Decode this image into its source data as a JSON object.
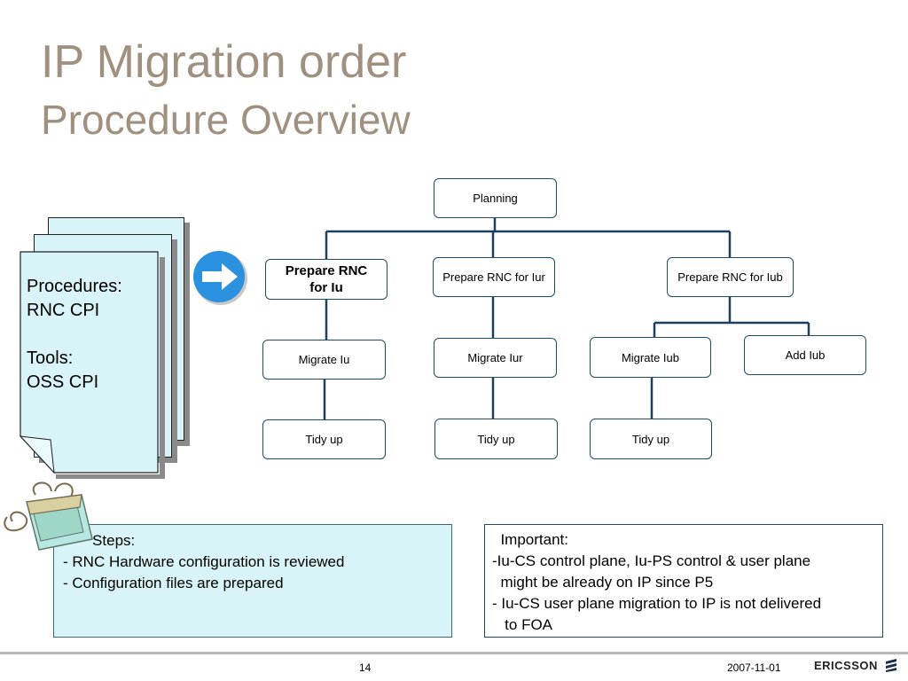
{
  "slide": {
    "title": "IP Migration order",
    "subtitle": "Procedure Overview"
  },
  "documents": {
    "text": "Procedures:\nRNC CPI\n\nTools:\nOSS CPI"
  },
  "diagram": {
    "planning": "Planning",
    "prepare_iu": "Prepare RNC\nfor Iu",
    "prepare_iur": "Prepare RNC for Iur",
    "prepare_iub": "Prepare RNC for Iub",
    "migrate_iu": "Migrate Iu",
    "migrate_iur": "Migrate Iur",
    "migrate_iub": "Migrate Iub",
    "add_iub": "Add Iub",
    "tidy_iu": "Tidy up",
    "tidy_iur": "Tidy up",
    "tidy_iub": "Tidy up"
  },
  "steps": {
    "lines": [
      "       Steps:",
      "- RNC Hardware configuration is reviewed",
      "- Configuration files are prepared"
    ]
  },
  "important": {
    "lines": [
      "  Important:",
      "-Iu-CS control plane, Iu-PS control & user plane",
      "  might be already on IP since P5",
      "- Iu-CS user plane migration to IP is not delivered",
      "   to FOA"
    ]
  },
  "footer": {
    "page": "14",
    "date": "2007-11-01",
    "logo": "ERICSSON"
  },
  "colors": {
    "title": "#a09080",
    "accent_blue": "#2a90e0",
    "note_fill": "#d8f4f8",
    "connector": "#1f3f5f"
  }
}
